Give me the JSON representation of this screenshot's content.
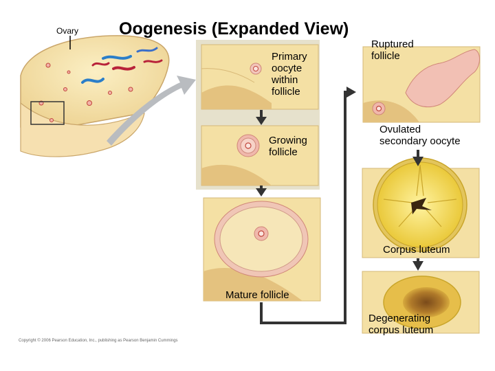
{
  "title": "Oogenesis (Expanded View)",
  "ovary_label": "Ovary",
  "stages": {
    "primary": "Primary\noocyte\nwithin\nfollicle",
    "growing": "Growing\nfollicle",
    "mature": "Mature follicle",
    "ruptured": "Ruptured\nfollicle",
    "ovulated": "Ovulated\nsecondary oocyte",
    "corpus_luteum": "Corpus luteum",
    "degenerating": "Degenerating\ncorpus luteum"
  },
  "copyright": "Copyright © 2006 Pearson Education, Inc., publishing as Pearson Benjamin Cummings",
  "colors": {
    "tissue": "#f5e3a6",
    "tissue_dark": "#e0bf78",
    "panel_bg": "#e6e1cc",
    "follicle_pink": "#e8a7a0",
    "oocyte_red": "#c0453a",
    "luteum_yellow": "#f3d84a",
    "luteum_edge": "#c9a52a",
    "arrow": "#333333",
    "big_arrow": "#b9bcc0"
  }
}
